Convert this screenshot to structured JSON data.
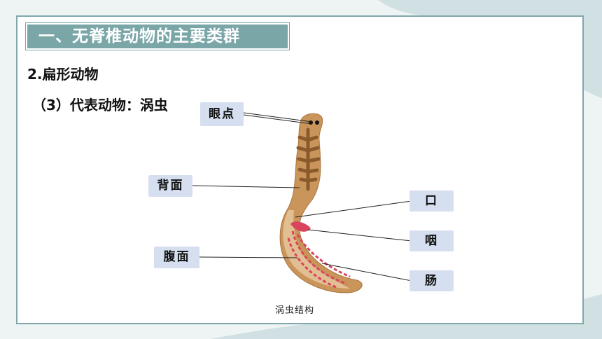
{
  "section_title": "一、无脊椎动物的主要类群",
  "subheading": "2.扁形动物",
  "representative": "（3）代表动物：涡虫",
  "labels": {
    "eyespot": "眼点",
    "dorsal": "背面",
    "ventral": "腹面",
    "mouth": "口",
    "pharynx": "咽",
    "intestine": "肠"
  },
  "caption": "涡虫结构",
  "colors": {
    "title_bg": "#7aa6a8",
    "label_bg": "#d6dff0",
    "card_border": "#7fa8ad",
    "worm_body": "#c9955a",
    "worm_gut": "#d9455f"
  }
}
